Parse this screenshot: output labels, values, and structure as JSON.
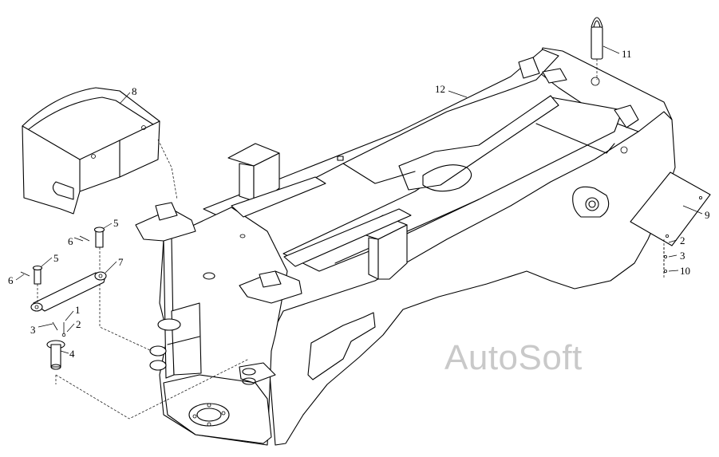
{
  "watermark": "AutoSoft",
  "callouts": {
    "c1": "1",
    "c2a": "2",
    "c2b": "2",
    "c3a": "3",
    "c3b": "3",
    "c4": "4",
    "c5a": "5",
    "c5b": "5",
    "c6a": "6",
    "c6b": "6",
    "c7": "7",
    "c8": "8",
    "c9": "9",
    "c10": "10",
    "c11": "11",
    "c12": "12"
  }
}
